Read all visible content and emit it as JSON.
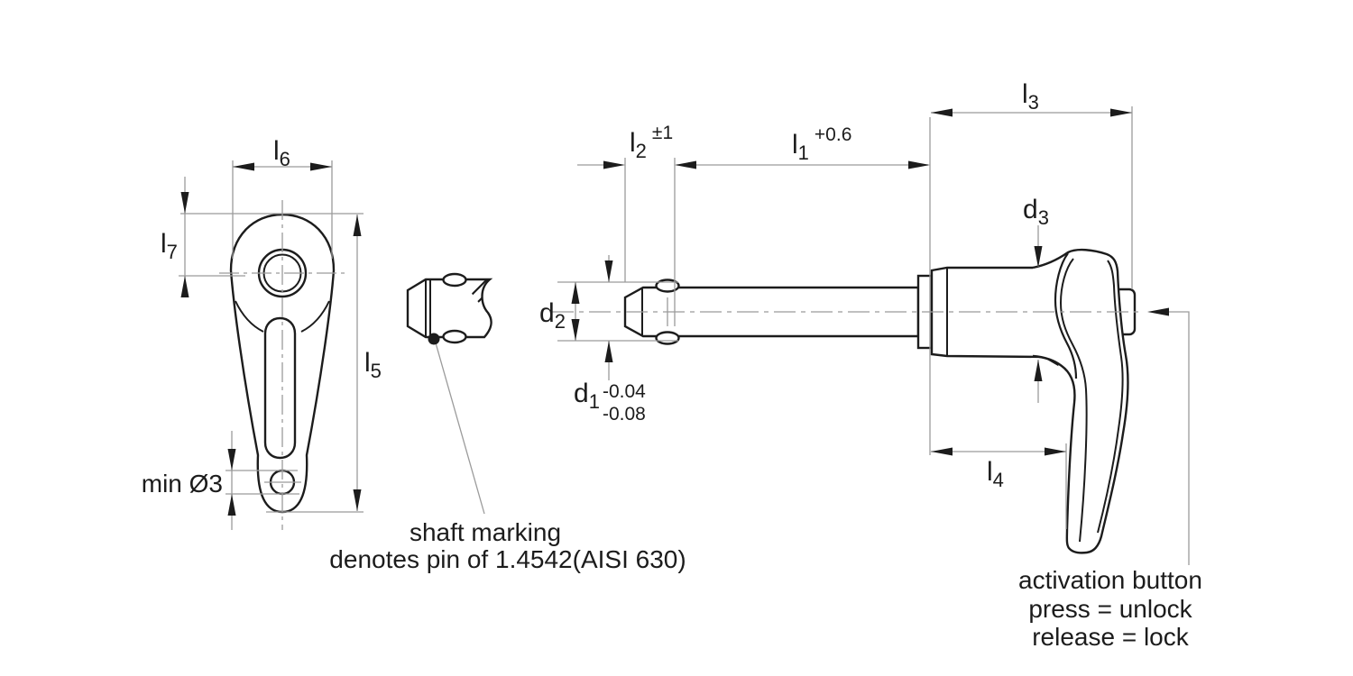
{
  "drawing": {
    "type": "technical-drawing",
    "subject": "ball lock pin with L-handle",
    "views": [
      "handle-top-view",
      "shaft-marking-detail",
      "pin-side-view"
    ]
  },
  "dimensions": {
    "l1": {
      "base": "l",
      "sub": "1",
      "tol": "+0.6"
    },
    "l2": {
      "base": "l",
      "sub": "2",
      "tol": "±1"
    },
    "l3": {
      "base": "l",
      "sub": "3"
    },
    "l4": {
      "base": "l",
      "sub": "4"
    },
    "l5": {
      "base": "l",
      "sub": "5"
    },
    "l6": {
      "base": "l",
      "sub": "6"
    },
    "l7": {
      "base": "l",
      "sub": "7"
    },
    "d1": {
      "base": "d",
      "sub": "1",
      "tol_upper": "-0.04",
      "tol_lower": "-0.08"
    },
    "d2": {
      "base": "d",
      "sub": "2"
    },
    "d3": {
      "base": "d",
      "sub": "3"
    },
    "min_hole": "min Ø3"
  },
  "annotations": {
    "shaft_marking_line1": "shaft marking",
    "shaft_marking_line2": "denotes pin of 1.4542(AISI 630)",
    "activation_line1": "activation button",
    "activation_line2": "press = unlock",
    "activation_line3": "release = lock"
  },
  "colors": {
    "outline": "#1c1c1c",
    "dimension_line": "#9b9b9b",
    "text": "#1c1c1c",
    "background": "#ffffff"
  }
}
